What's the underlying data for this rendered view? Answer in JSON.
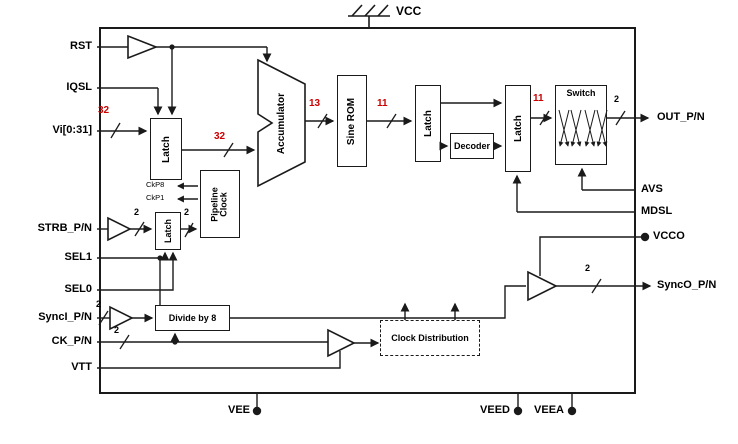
{
  "colors": {
    "line": "#1a1a1a",
    "bus_width_red": "#cc0000",
    "background": "#ffffff"
  },
  "pins": {
    "vcc": "VCC",
    "rst": "RST",
    "iqsl": "IQSL",
    "vi": "Vi[0:31]",
    "strb": "STRB_P/N",
    "sel1": "SEL1",
    "sel0": "SEL0",
    "synci": "SyncI_P/N",
    "ck": "CK_P/N",
    "vtt": "VTT",
    "out": "OUT_P/N",
    "avs": "AVS",
    "mdsl": "MDSL",
    "vcco": "VCCO",
    "synco": "SyncO_P/N",
    "vee": "VEE",
    "veed": "VEED",
    "veea": "VEEA"
  },
  "blocks": {
    "input_latch": "Latch",
    "accumulator": "Accumulator",
    "sine_rom": "Sine ROM",
    "rom_latch": "Latch",
    "decoder": "Decoder",
    "output_latch": "Latch",
    "switch": "Switch",
    "pipeline_clock": "Pipeline Clock",
    "strobe_latch": "Latch",
    "divide_by_8": "Divide by 8",
    "clock_distribution": "Clock Distribution"
  },
  "clock_taps": {
    "ckp8": "CkP8",
    "ckp1": "CkP1"
  },
  "bus_widths": {
    "vi_in": "32",
    "latch_to_accumulator": "32",
    "accumulator_to_rom": "13",
    "rom_to_latch": "11",
    "latch_to_switch": "11",
    "strb_in": "2",
    "strobe_latch_out": "2",
    "synci_in": "2",
    "ck_in": "2",
    "out_bus": "2",
    "synco_out": "2"
  }
}
